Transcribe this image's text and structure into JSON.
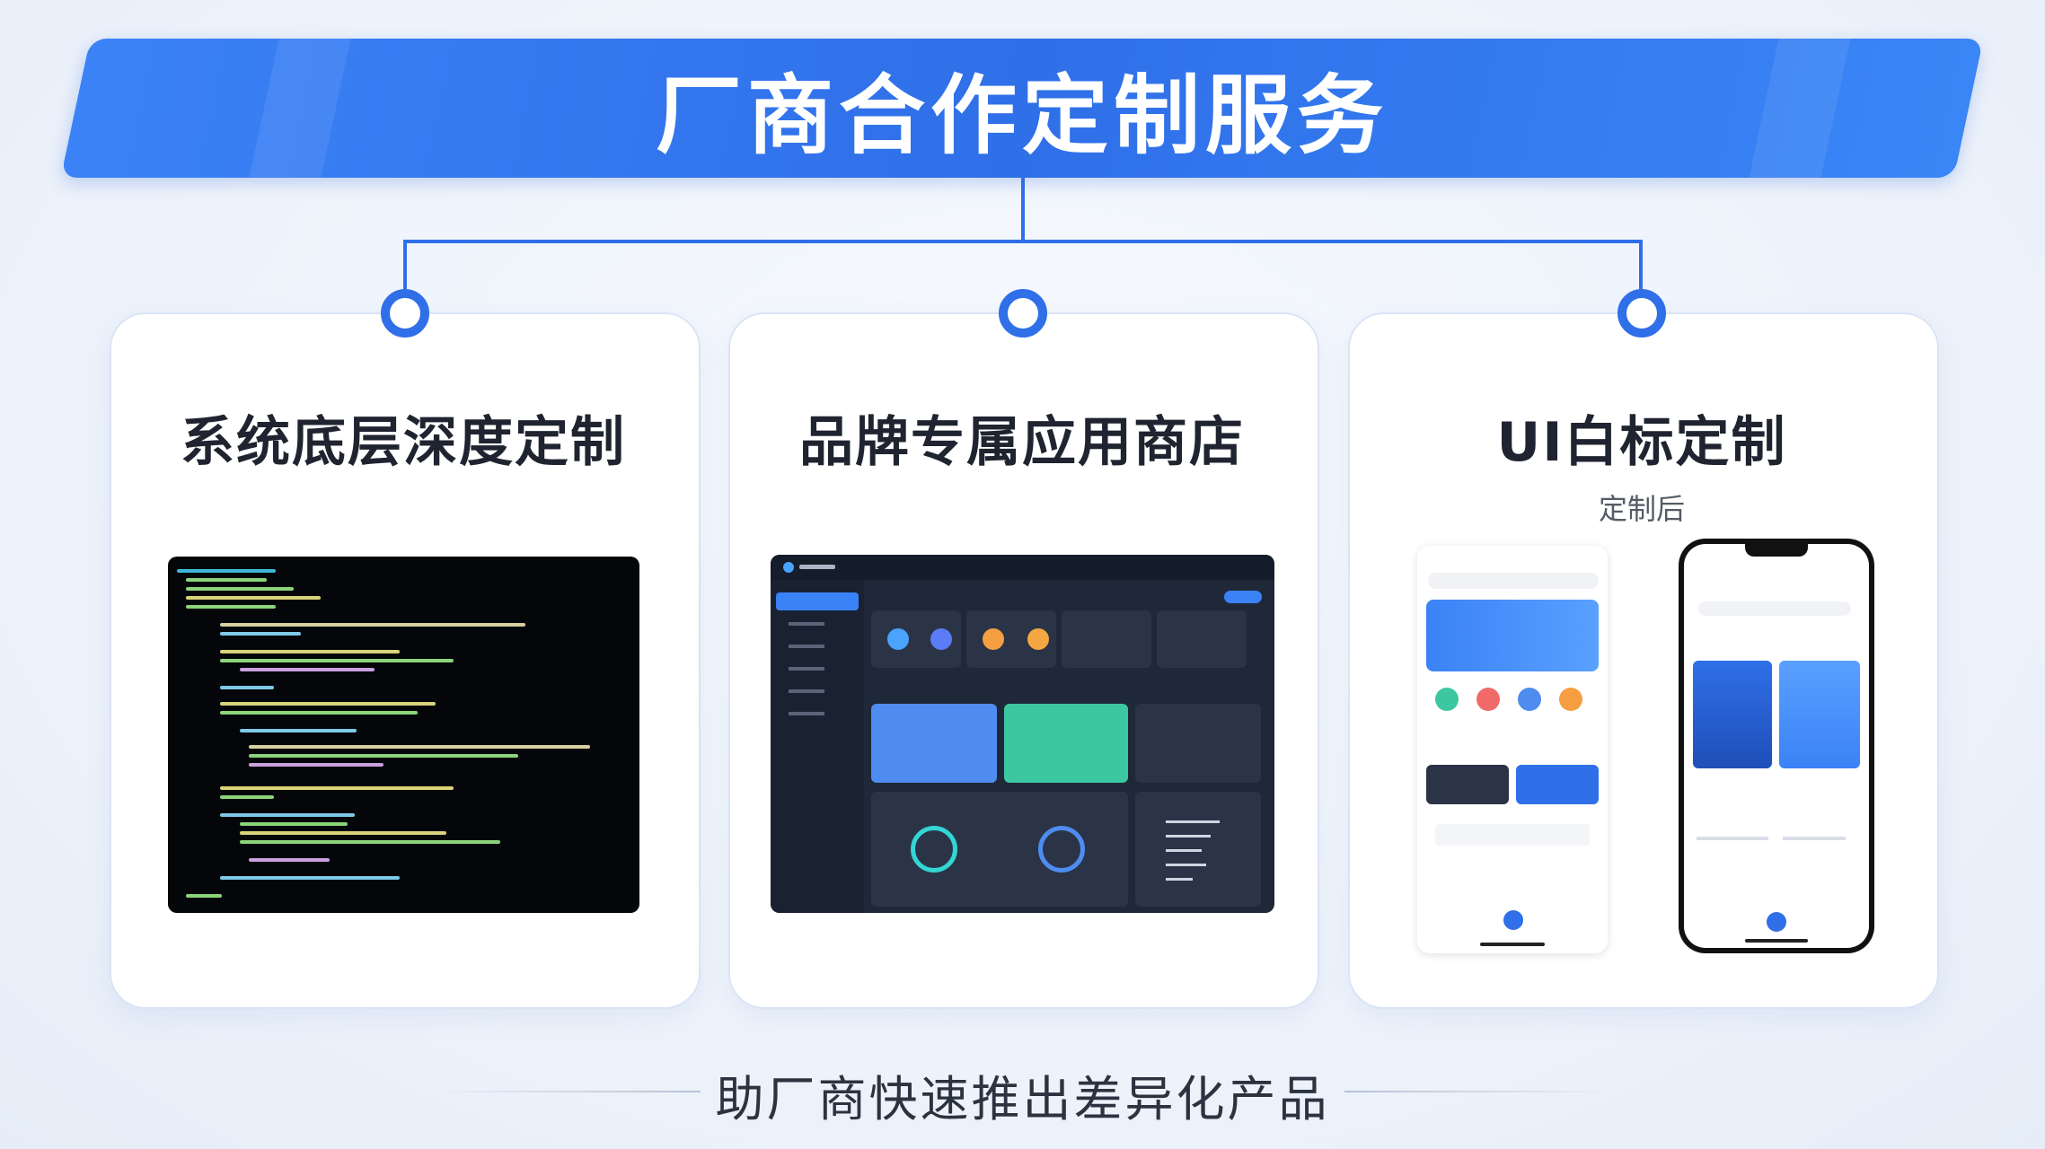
{
  "banner": {
    "title": "厂商合作定制服务"
  },
  "cards": [
    {
      "title": "系统底层深度定制"
    },
    {
      "title": "品牌专属应用商店"
    },
    {
      "title": "UI白标定制",
      "subtitle": "定制后"
    }
  ],
  "footer": {
    "text": "助厂商快速推出差异化产品"
  },
  "colors": {
    "accent": "#2f6fe8",
    "code_bg": "#04060a",
    "dashboard_bg": "#1f2838"
  },
  "icons": [
    "connector-dot-icon",
    "code-screen-image",
    "dashboard-image",
    "phone-mockup-image"
  ]
}
